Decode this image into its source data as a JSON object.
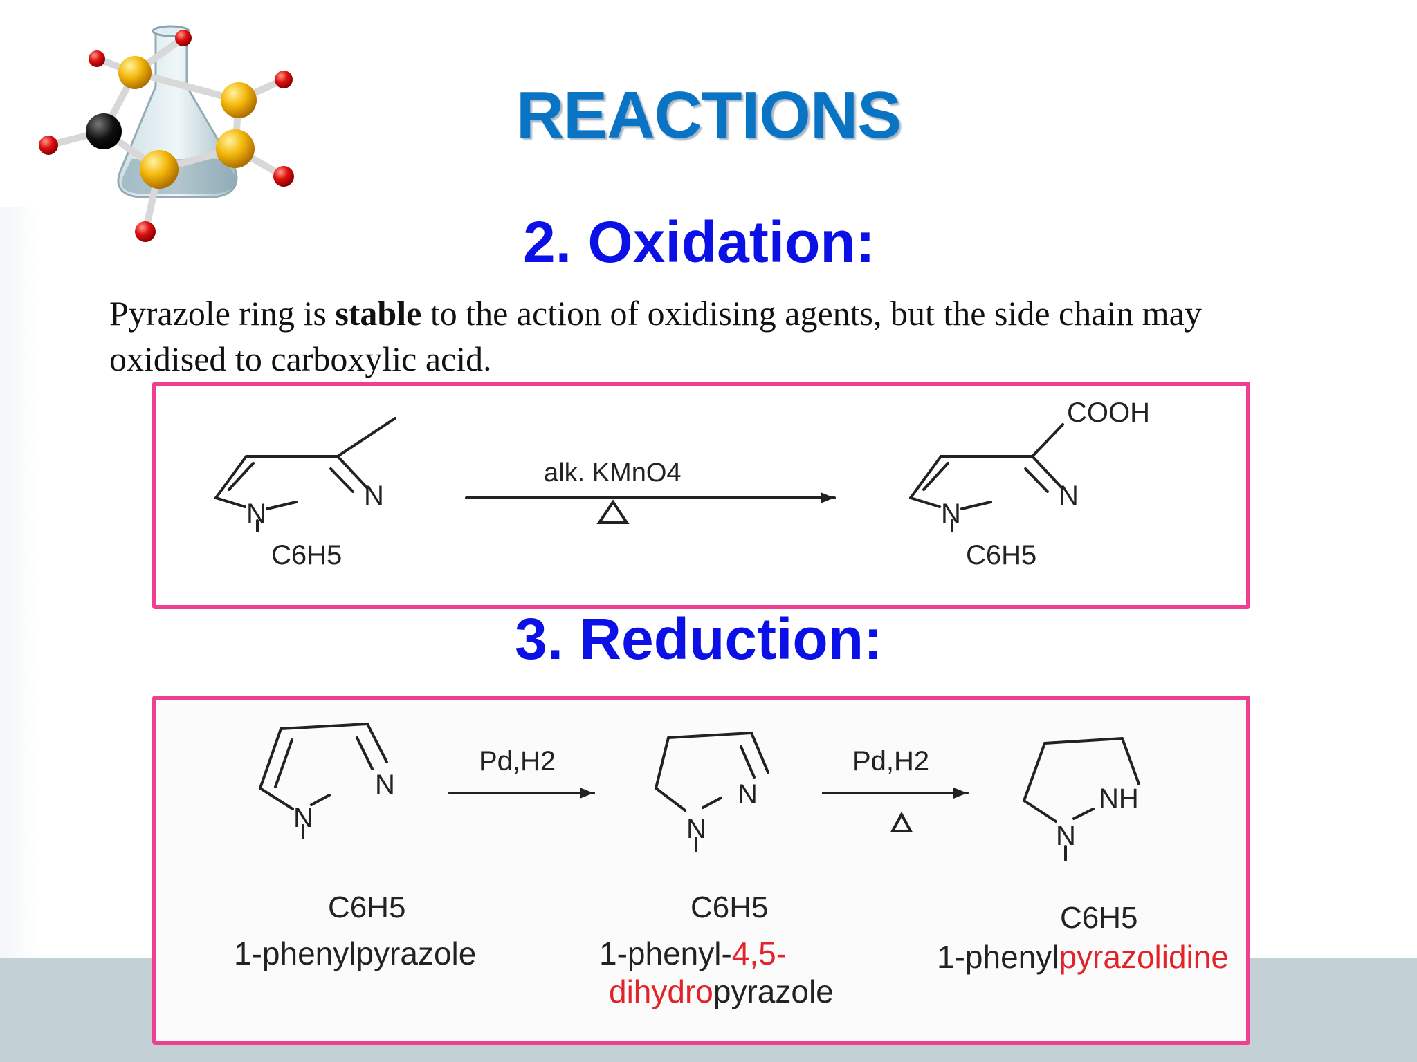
{
  "title": "REACTIONS",
  "oxidation": {
    "heading": "2. Oxidation:",
    "text_before": "Pyrazole ring is ",
    "text_bold": "stable",
    "text_after": " to the action of oxidising agents, but the side chain may oxidised to carboxylic acid.",
    "reagent": "alk. KMnO4",
    "heat": "Δ",
    "reactant": {
      "n1": "N",
      "n2": "N",
      "sub": "C6H5"
    },
    "product": {
      "n1": "N",
      "n2": "N",
      "sub": "C6H5",
      "group": "COOH"
    }
  },
  "reduction": {
    "heading": "3. Reduction:",
    "step1": {
      "reagent": "Pd,H2"
    },
    "step2": {
      "reagent": "Pd,H2",
      "heat": "Δ"
    },
    "compounds": [
      {
        "n1": "N",
        "n2": "N",
        "sub": "C6H5",
        "name_plain": "1-phenylpyrazole"
      },
      {
        "n1": "N",
        "n2": "N",
        "sub": "C6H5",
        "name_a": "1-phenyl-",
        "name_b": "4,5-",
        "name_c": "dihydro",
        "name_d": "pyrazole"
      },
      {
        "n1": "N",
        "n2": "NH",
        "sub": "C6H5",
        "name_a": "1-phenyl",
        "name_b": "pyrazolidine"
      }
    ]
  },
  "colors": {
    "title": "#0a74c4",
    "heading": "#0a10e6",
    "box_border": "#ee3f93",
    "highlight": "#e0242a"
  },
  "icons": {
    "logo": "molecule-flask-icon"
  }
}
